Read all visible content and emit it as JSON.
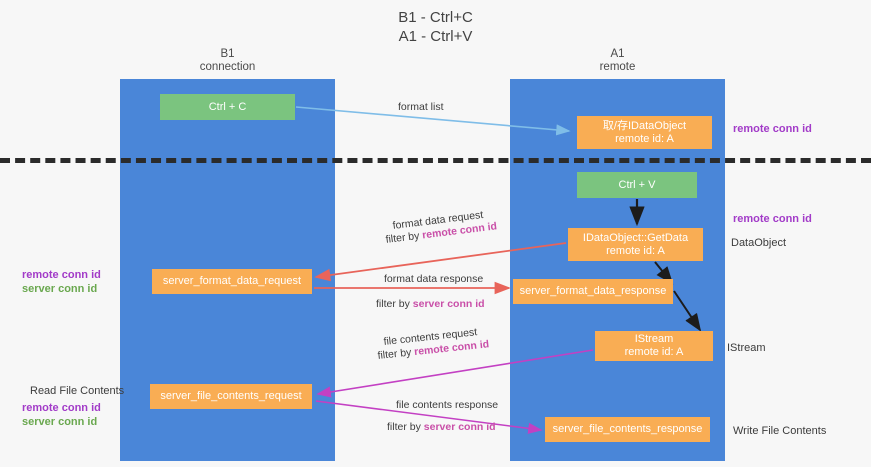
{
  "title": "B1 - Ctrl+C\nA1 - Ctrl+V",
  "columns": {
    "left": {
      "name": "B1",
      "role": "connection",
      "header": "B1\nconnection"
    },
    "right": {
      "name": "A1",
      "role": "remote",
      "header": "A1\nremote"
    }
  },
  "boxes": {
    "ctrl_c": {
      "label": "Ctrl + C",
      "color": "#7bc47f"
    },
    "data_object": {
      "line1": "取/存IDataObject",
      "line2": "remote id: A",
      "color": "#f9ad54"
    },
    "ctrl_v": {
      "label": "Ctrl + V",
      "color": "#7bc47f"
    },
    "get_data": {
      "line1": "IDataObject::GetData",
      "line2": "remote id: A",
      "color": "#f9ad54"
    },
    "server_format_data_request": {
      "label": "server_format_data_request",
      "color": "#f9ad54"
    },
    "server_format_data_response": {
      "label": "server_format_data_response",
      "color": "#f9ad54"
    },
    "istream": {
      "line1": "IStream",
      "line2": "remote id: A",
      "color": "#f9ad54"
    },
    "server_file_contents_request": {
      "label": "server_file_contents_request",
      "color": "#f9ad54"
    },
    "server_file_contents_response": {
      "label": "server_file_contents_response",
      "color": "#f9ad54"
    }
  },
  "arrow_labels": {
    "format_list": "format list",
    "format_data_request": "format data request",
    "format_data_request_filter_prefix": "filter by ",
    "format_data_request_filter_key": "remote conn id",
    "format_data_response": "format data response",
    "format_data_response_filter_prefix": "filter by ",
    "format_data_response_filter_key": "server conn id",
    "file_contents_request": "file contents request",
    "file_contents_request_filter_prefix": "filter by ",
    "file_contents_request_filter_key": "remote conn id",
    "file_contents_response": "file contents response",
    "file_contents_response_filter_prefix": "filter by ",
    "file_contents_response_filter_key": "server conn id"
  },
  "side_labels": {
    "right_remote_conn_id_top": "remote conn id",
    "right_remote_conn_id_mid": "remote conn id",
    "data_object": "DataObject",
    "istream": "IStream",
    "write_file_contents": "Write File Contents",
    "read_file_contents": "Read File Contents",
    "left_remote_conn_id": "remote conn id",
    "left_server_conn_id": "server conn id",
    "left_remote_conn_id_2": "remote conn id",
    "left_server_conn_id_2": "server conn id"
  },
  "colors": {
    "lane": "#4a86d8",
    "green_box": "#7bc47f",
    "orange_box": "#f9ad54",
    "purple_text": "#a23bc8",
    "green_text": "#6aa84f",
    "magenta_text": "#c94fa8",
    "red_arrow": "#e8645a",
    "blue_arrow": "#7fbde8",
    "magenta_arrow": "#c340c3",
    "dark_arrow": "#1c1c1c",
    "background": "#f7f7f7",
    "divider": "#2b2b2b"
  }
}
